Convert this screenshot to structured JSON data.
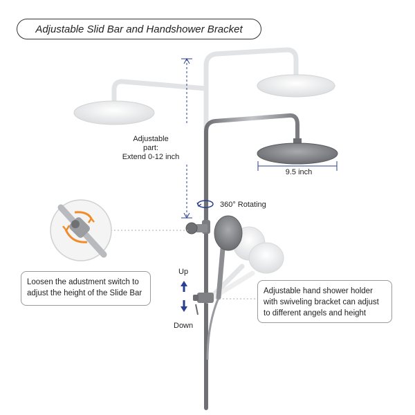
{
  "title": "Adjustable Slid Bar and Handshower Bracket",
  "labels": {
    "adjustable_l1": "Adjustable",
    "adjustable_l2": "part:",
    "adjustable_l3": "Extend 0-12 inch",
    "rotating": "360° Rotating",
    "head_size": "9.5 inch",
    "up": "Up",
    "down": "Down"
  },
  "callouts": {
    "left": "Loosen the adustment switch to adjust the height of the Slide Bar",
    "right": "Adjustable hand shower holder with swiveling bracket can adjust to different angels and height"
  },
  "colors": {
    "metal": "#8a8b8f",
    "ghost": "#e6e7e9",
    "accent_blue": "#2a3f8f",
    "accent_orange": "#f08c2a"
  }
}
